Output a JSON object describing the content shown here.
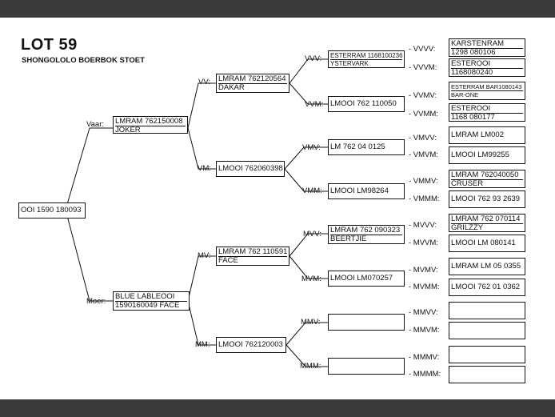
{
  "header": {
    "lot": "LOT 59",
    "stud": "SHONGOLOLO BOERBOK STOET"
  },
  "labels": {
    "vaar": "Vaar:",
    "moer": "Moer:",
    "vv": "VV:",
    "vm": "VM:",
    "mv": "MV:",
    "mm": "MM:",
    "vvv": "VVV:",
    "vvm": "VVM:",
    "vmv": "VMV:",
    "vmm": "VMM:",
    "mvv": "MVV:",
    "mvm": "MVM:",
    "mmv": "MMV:",
    "mmm": "MMM:",
    "vvvv": "- VVVV:",
    "vvvm": "- VVVM:",
    "vvmv": "- VVMV:",
    "vvmm": "- VVMM:",
    "vmvv": "- VMVV:",
    "vmvm": "- VMVM:",
    "vmmv": "- VMMV:",
    "vmmm": "- VMMM:",
    "mvvv": "- MVVV:",
    "mvvm": "- MVVM:",
    "mvmv": "- MVMV:",
    "mvmm": "- MVMM:",
    "mmvv": "- MMVV:",
    "mmvm": "- MMVM:",
    "mmmv": "- MMMV:",
    "mmmm": "- MMMM:"
  },
  "animals": {
    "self": "OOI 1590 180093",
    "vaar": {
      "line1": "LMRAM 762150008",
      "line2": "JOKER"
    },
    "moer": {
      "line1": "BLUE LABLEOOI",
      "line2": "1590160049 FACE"
    },
    "vv": {
      "line1": "LMRAM 762120564",
      "line2": "DAKAR"
    },
    "vm": "LMOOI 762060398",
    "mv": {
      "line1": "LMRAM 762 110591",
      "line2": "FACE"
    },
    "mm": "LMOOI 762120003",
    "vvv": {
      "line1": "ESTERRAM 1168100236",
      "line2": "YSTERVARK"
    },
    "vvm": "LMOOI 762 110050",
    "vmv": "LM 762 04 0125",
    "vmm": "LMOOI LM98264",
    "mvv": {
      "line1": "LMRAM 762 090323",
      "line2": "BEERTJIE"
    },
    "mvm": "LMOOI LM070257",
    "mmv": "",
    "mmm": "",
    "vvvv": {
      "line1": "KARSTENRAM",
      "line2": "1298 080106"
    },
    "vvvm": {
      "line1": "ESTEROOI",
      "line2": "1168080240"
    },
    "vvmv": {
      "line1": "ESTERRAM BAR1080143",
      "line2": "BAR-ONE"
    },
    "vvmm": {
      "line1": "ESTEROOI",
      "line2": "1168 080177"
    },
    "vmvv": "LMRAM LM002",
    "vmvm": "LMOOI LM99255",
    "vmmv": {
      "line1": "LMRAM 762040050",
      "line2": "CRUSER"
    },
    "vmmm": "LMOOI 762 93 2639",
    "mvvv": {
      "line1": "LMRAM 762 070114",
      "line2": "GRILZZY"
    },
    "mvvm": "LMOOI LM 080141",
    "mvmv": "LMRAM LM 05 0355",
    "mvmm": "LMOOI 762 01 0362",
    "mmvv": "",
    "mmvm": "",
    "mmmv": "",
    "mmmm": ""
  }
}
